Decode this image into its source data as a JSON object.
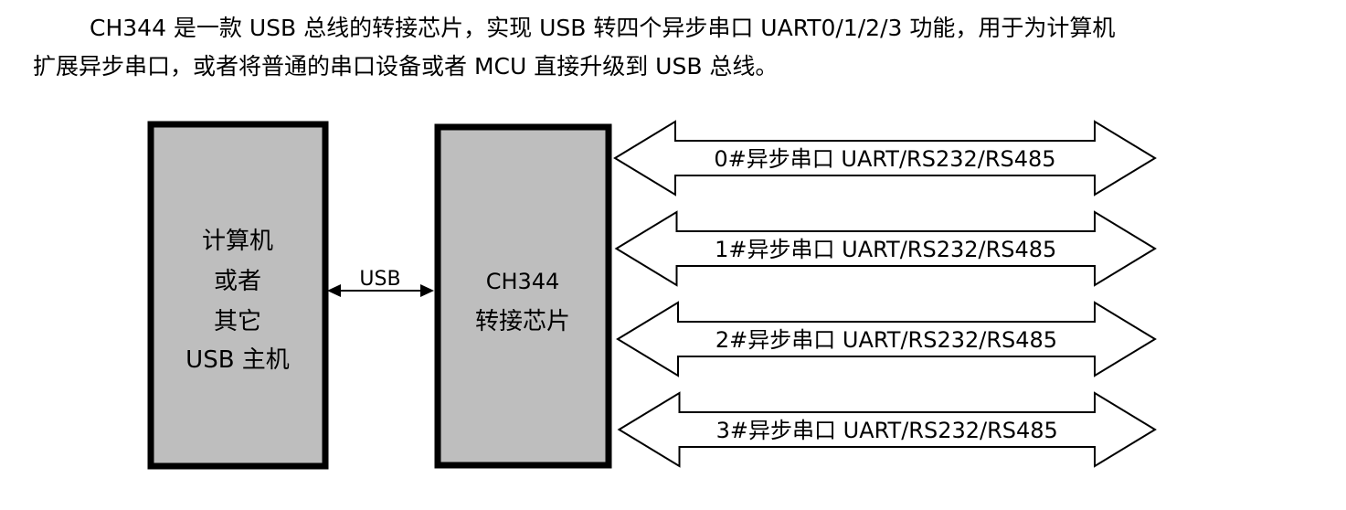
{
  "paragraph": {
    "line1": "CH344 是一款 USB 总线的转接芯片，实现 USB 转四个异步串口 UART0/1/2/3 功能，用于为计算机",
    "line2": "扩展异步串口，或者将普通的串口设备或者 MCU 直接升级到 USB 总线。"
  },
  "host_box": {
    "lines": [
      "计算机",
      "或者",
      "其它",
      "USB 主机"
    ]
  },
  "usb_link": {
    "label": "USB"
  },
  "chip_box": {
    "lines": [
      "CH344",
      "转接芯片"
    ]
  },
  "ports": [
    {
      "label": "0#异步串口 UART/RS232/RS485"
    },
    {
      "label": "1#异步串口 UART/RS232/RS485"
    },
    {
      "label": "2#异步串口 UART/RS232/RS485"
    },
    {
      "label": "3#异步串口 UART/RS232/RS485"
    }
  ],
  "colors": {
    "box_fill": "#bebebe",
    "stroke": "#000000"
  }
}
